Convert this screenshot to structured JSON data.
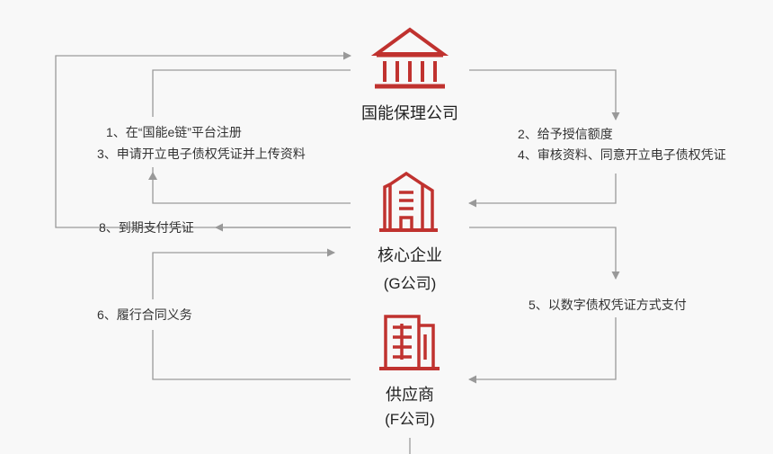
{
  "nodes": {
    "factoring": {
      "title": "国能保理公司",
      "icon": "bank-icon"
    },
    "core": {
      "title": "核心企业",
      "subtitle": "(G公司)",
      "icon": "office-building-icon"
    },
    "supplier": {
      "title": "供应商",
      "subtitle": "(F公司)",
      "icon": "building-icon"
    }
  },
  "labels": {
    "step1": "1、在“国能e链”平台注册",
    "step3": "3、申请开立电子债权凭证并上传资料",
    "step2": "2、给予授信额度",
    "step4": "4、审核资料、同意开立电子债权凭证",
    "step8": "8、到期支付凭证",
    "step6": "6、履行合同义务",
    "step5": "5、以数字债权凭证方式支付"
  },
  "colors": {
    "accent": "#c0322f",
    "line": "#999999"
  }
}
